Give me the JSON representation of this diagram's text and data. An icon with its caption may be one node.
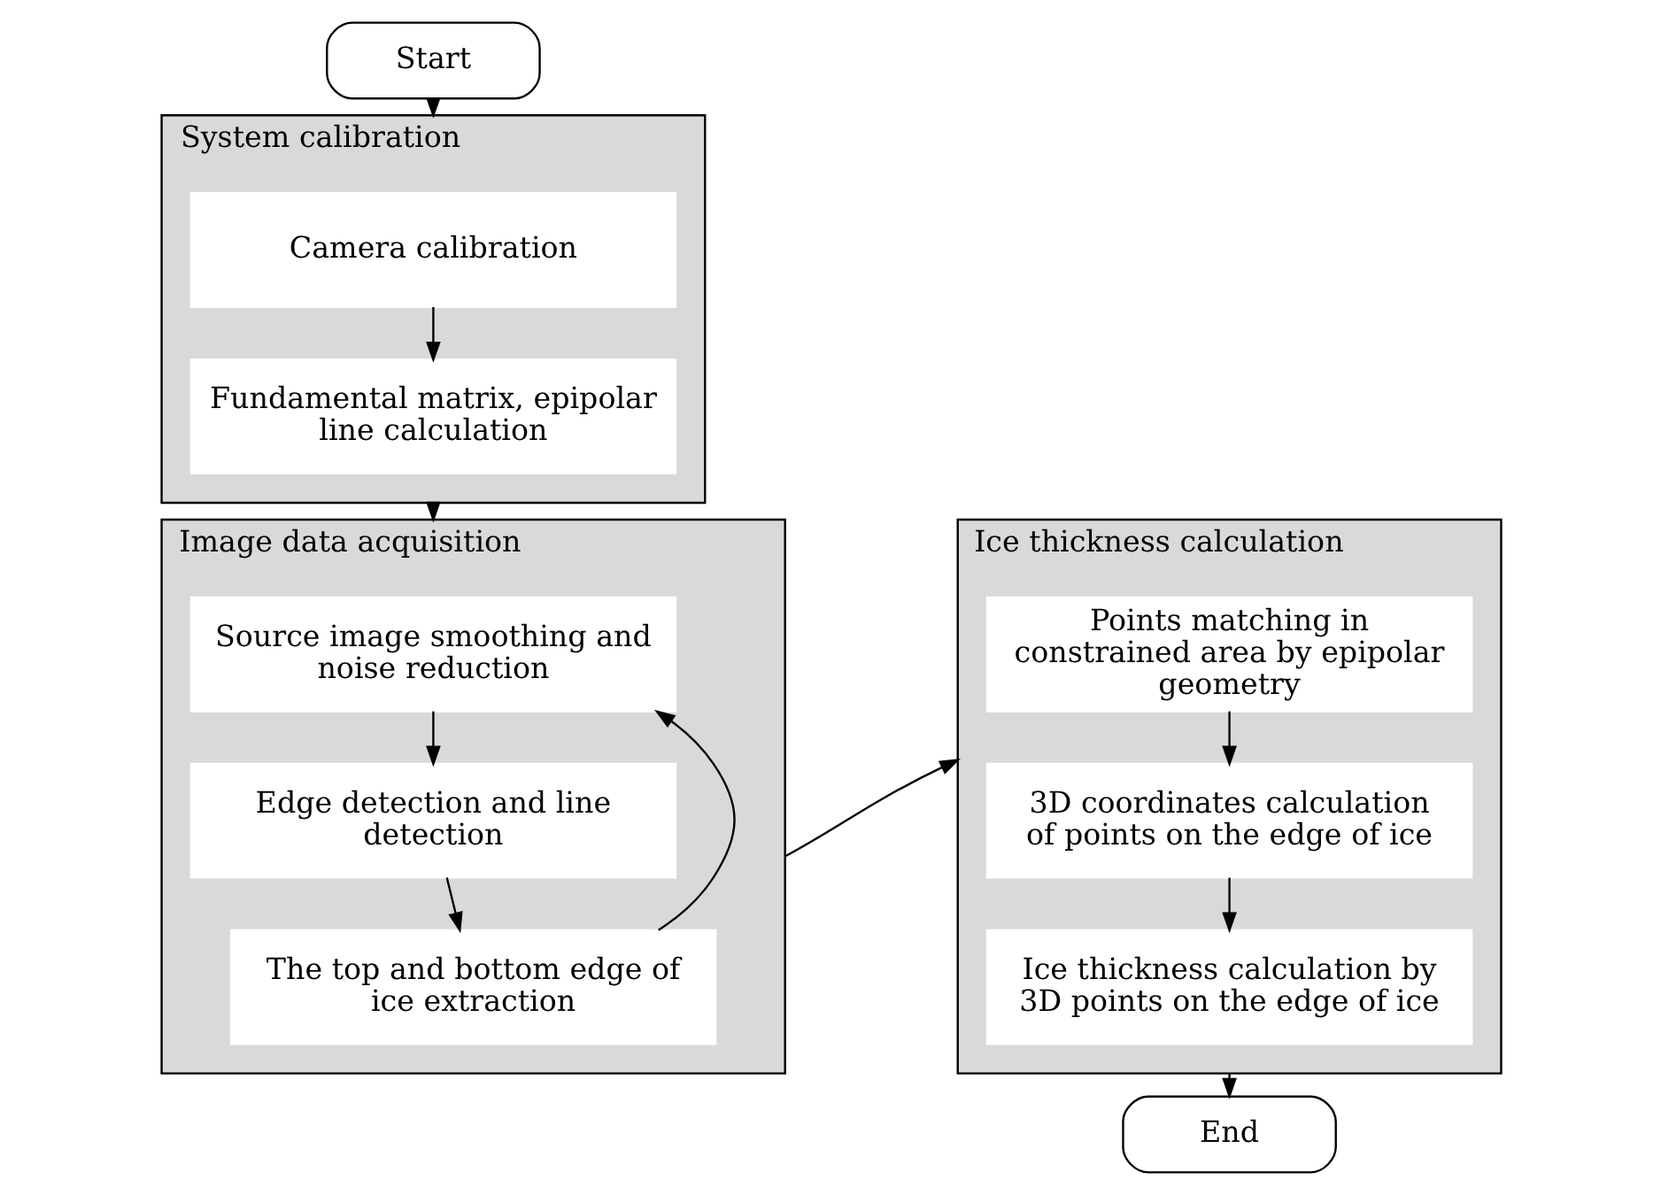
{
  "diagram": {
    "nodes": [
      {
        "text": [
          "Start"
        ]
      },
      {
        "text": [
          "System calibration"
        ]
      },
      {
        "text": [
          "Camera calibration"
        ],
        "in": 1
      },
      {
        "text": [
          "Fundamental matrix, epipolar line calculation"
        ],
        "in": 1
      },
      {
        "text": [
          "Image data acquisition"
        ]
      },
      {
        "text": [
          "Source image smoothing and noise reduction"
        ],
        "in": 4
      },
      {
        "text": [
          "Edge detection and line detection"
        ],
        "in": 4
      },
      {
        "text": [
          "The top and bottom edge of ice extraction"
        ],
        "in": 4
      },
      {
        "text": [
          "Ice thickness calculation"
        ]
      },
      {
        "text": [
          "Points matching in constrained area by epipolar geometry"
        ],
        "in": 8
      },
      {
        "text": [
          "3D coordinates calculation of points on the edge of ice"
        ],
        "in": 8
      },
      {
        "text": [
          "Ice thickness calculation by 3D points on the edge of ice"
        ],
        "in": 8
      },
      {
        "text": [
          "End"
        ]
      }
    ],
    "edges": [
      {
        "from": 0,
        "to": 1,
        "arrow": "to"
      },
      {
        "from": 2,
        "to": 3,
        "arrow": "to"
      },
      {
        "from": 1,
        "to": 4,
        "arrow": "to"
      },
      {
        "from": 5,
        "to": 6,
        "arrow": "to"
      },
      {
        "from": 6,
        "to": 7,
        "arrow": "to"
      },
      {
        "from": 7,
        "to": 5,
        "arrow": "to"
      },
      {
        "from": 4,
        "to": 8,
        "arrow": "to"
      },
      {
        "from": 9,
        "to": 10,
        "arrow": "to"
      },
      {
        "from": 10,
        "to": 11,
        "arrow": "to"
      },
      {
        "from": 8,
        "to": 12,
        "arrow": "to"
      }
    ]
  }
}
